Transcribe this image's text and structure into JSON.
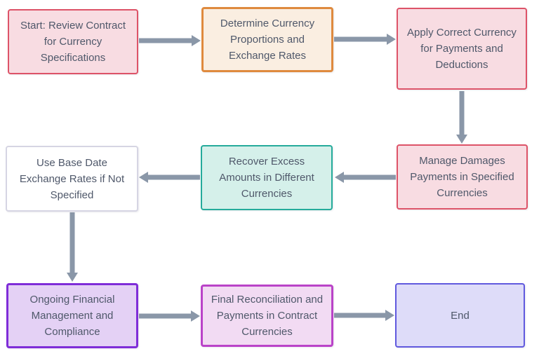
{
  "flowchart": {
    "background_color": "#ffffff",
    "text_color": "#4f586a",
    "arrow_color": "#8a97a8",
    "nodes": [
      {
        "id": "start",
        "label": "Start: Review Contract for Currency Specifications",
        "fill": "#f8dce2",
        "border_color": "#dd5368"
      },
      {
        "id": "determine",
        "label": "Determine Currency Proportions and Exchange Rates",
        "fill": "#faeee1",
        "border_color": "#df8a3e"
      },
      {
        "id": "apply",
        "label": "Apply Correct Currency for Payments and Deductions",
        "fill": "#f8dce2",
        "border_color": "#dd5368"
      },
      {
        "id": "manage",
        "label": "Manage Damages Payments in Specified Currencies",
        "fill": "#f8dce2",
        "border_color": "#dd5368"
      },
      {
        "id": "recover",
        "label": "Recover Excess Amounts in Different Currencies",
        "fill": "#d5f0ea",
        "border_color": "#25ab9b"
      },
      {
        "id": "base-date",
        "label": "Use Base Date Exchange Rates if Not Specified",
        "fill": "#ffffff",
        "border_color": "#d6d5e3"
      },
      {
        "id": "ongoing",
        "label": "Ongoing Financial Management and Compliance",
        "fill": "#e4d1f5",
        "border_color": "#7f2dd8"
      },
      {
        "id": "final",
        "label": "Final Reconciliation and Payments in Contract Currencies",
        "fill": "#f2dbf3",
        "border_color": "#ba43c8"
      },
      {
        "id": "end",
        "label": "End",
        "fill": "#dedcf9",
        "border_color": "#6059de"
      }
    ],
    "edges": [
      {
        "from": "start",
        "to": "determine"
      },
      {
        "from": "determine",
        "to": "apply"
      },
      {
        "from": "apply",
        "to": "manage"
      },
      {
        "from": "manage",
        "to": "recover"
      },
      {
        "from": "recover",
        "to": "base-date"
      },
      {
        "from": "base-date",
        "to": "ongoing"
      },
      {
        "from": "ongoing",
        "to": "final"
      },
      {
        "from": "final",
        "to": "end"
      }
    ]
  }
}
